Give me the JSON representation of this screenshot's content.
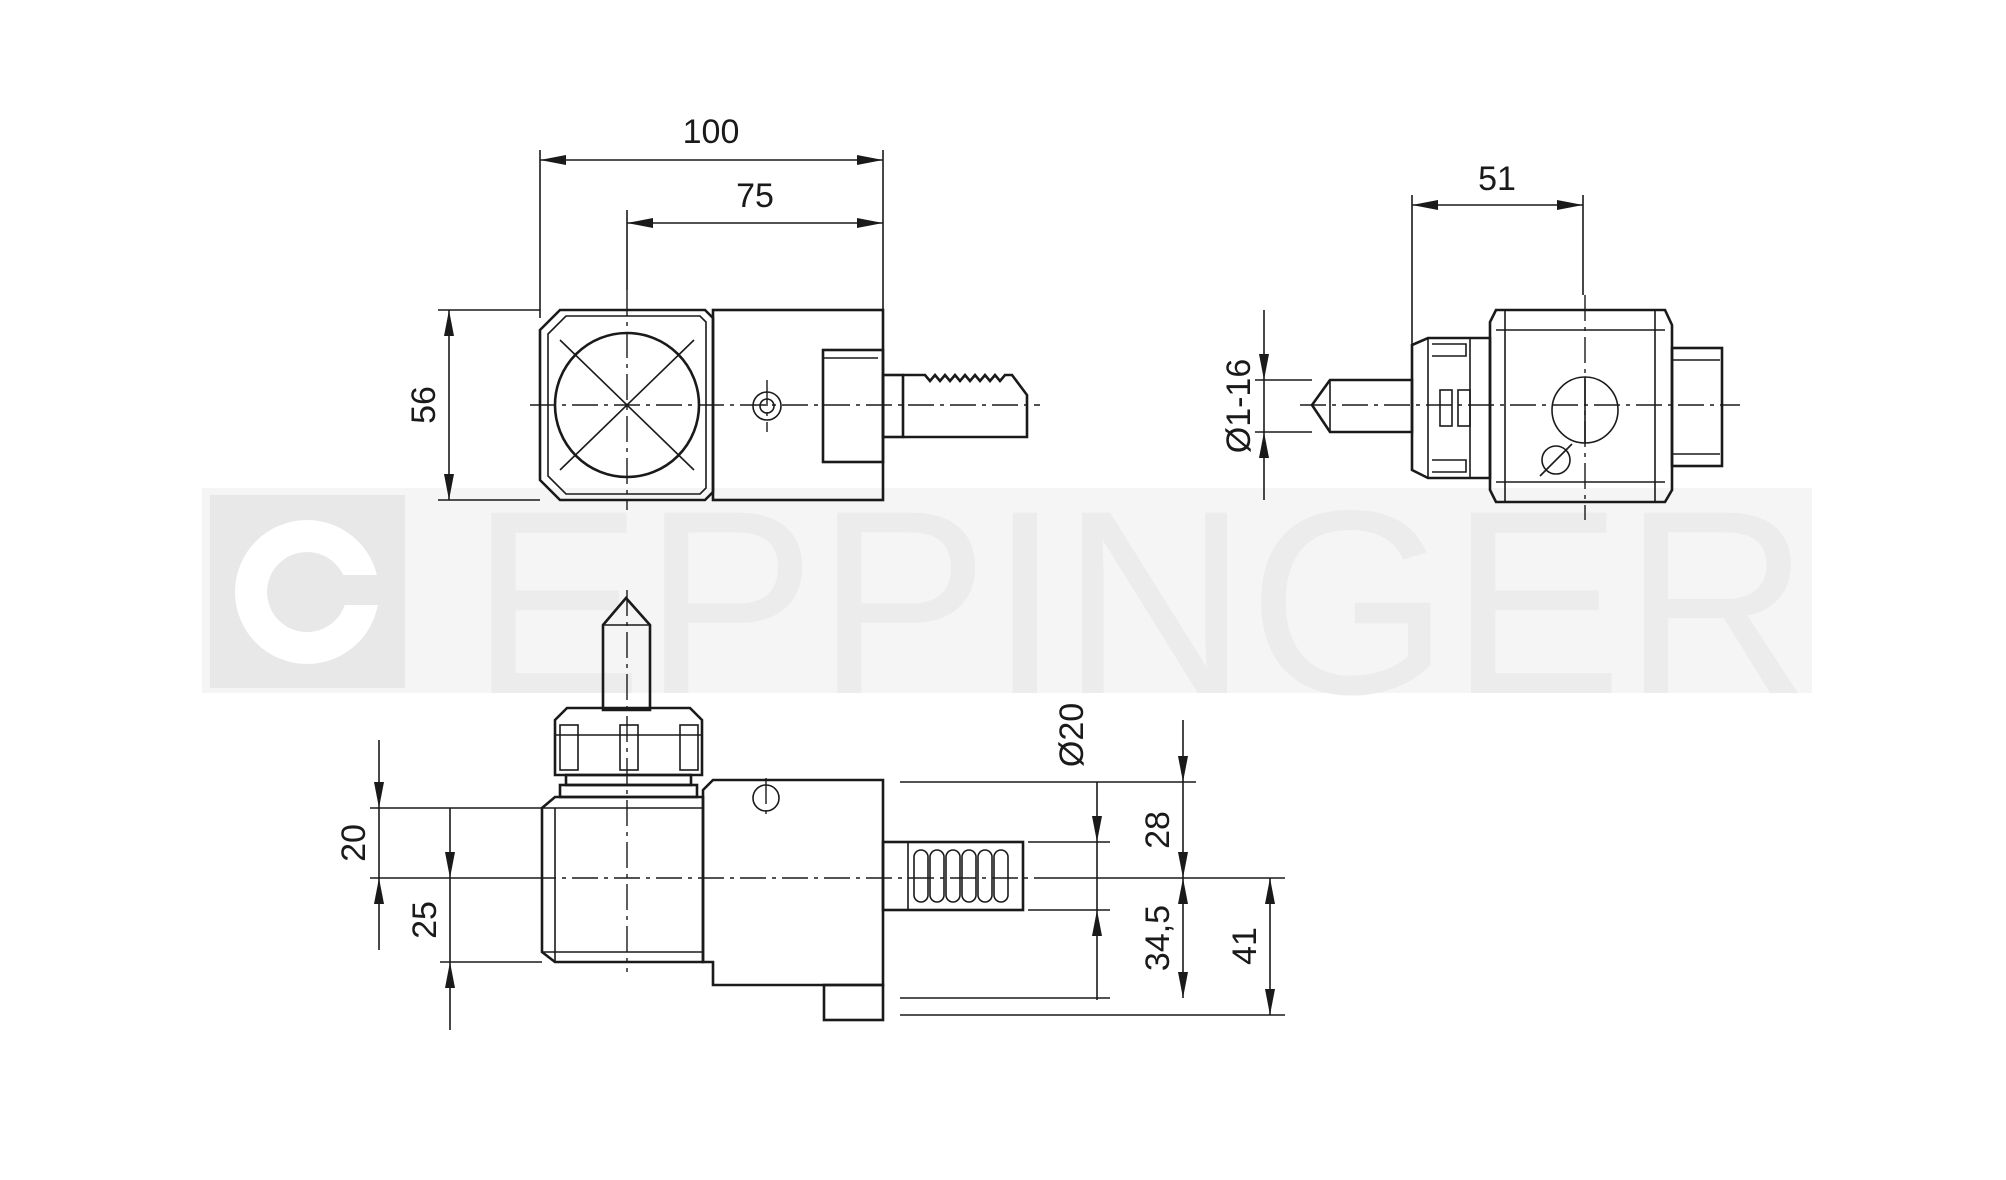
{
  "watermark": {
    "brand": "EPPINGER"
  },
  "colors": {
    "line": "#1a1a1a",
    "watermark": "#ececec",
    "background": "#ffffff"
  },
  "dimensions": {
    "top_view": {
      "overall_length": "100",
      "axis_to_end": "75",
      "height": "56"
    },
    "end_view": {
      "width": "51",
      "collet_range": "Ø1-16"
    },
    "side_view": {
      "shank_diameter": "Ø20",
      "upper_offset": "20",
      "lower_offset": "25",
      "shank_upper": "28",
      "shank_lower": "34,5",
      "total_lower": "41"
    }
  }
}
